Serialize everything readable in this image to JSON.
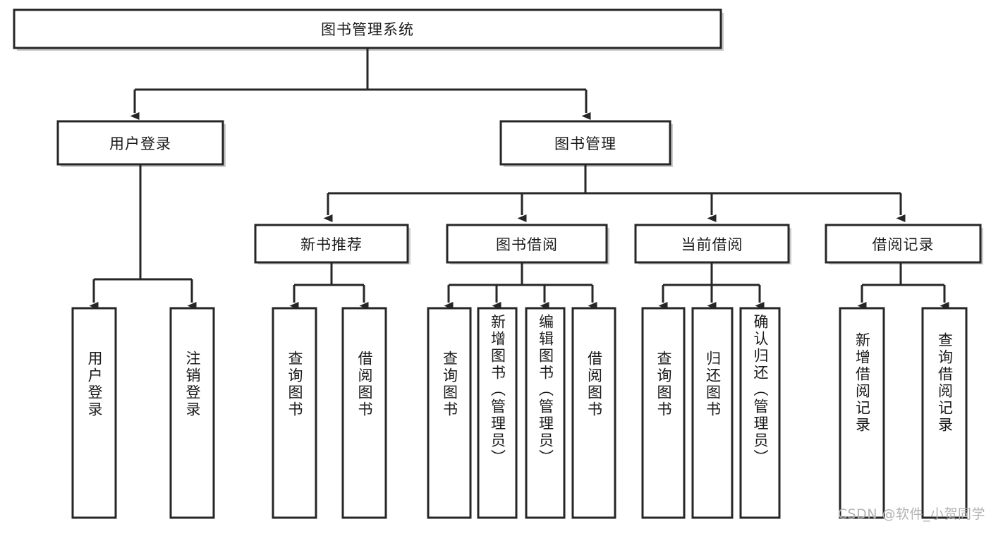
{
  "diagram": {
    "type": "tree-flowchart",
    "title": "图书管理系统",
    "orientation": "top-down",
    "arrow_style": "solid-filled-triangle",
    "colors": {
      "node_fill": "#ffffff",
      "node_stroke": "#262626",
      "edge": "#262626",
      "shadow": "#b9b9b9",
      "text": "#1a1a1a",
      "watermark": "#b3b3b3"
    },
    "root": {
      "id": "root",
      "label": "图书管理系统",
      "orientation": "horizontal"
    },
    "level1": [
      {
        "id": "user-login",
        "label": "用户登录",
        "orientation": "horizontal"
      },
      {
        "id": "book-manage",
        "label": "图书管理",
        "orientation": "horizontal"
      }
    ],
    "level2": [
      {
        "id": "new-book-rec",
        "label": "新书推荐",
        "parent": "book-manage",
        "orientation": "horizontal"
      },
      {
        "id": "book-borrow",
        "label": "图书借阅",
        "parent": "book-manage",
        "orientation": "horizontal"
      },
      {
        "id": "current-borrow",
        "label": "当前借阅",
        "parent": "book-manage",
        "orientation": "horizontal"
      },
      {
        "id": "borrow-record",
        "label": "借阅记录",
        "parent": "book-manage",
        "orientation": "horizontal"
      }
    ],
    "leaves": [
      {
        "id": "leaf-user-login",
        "label": "用户登录",
        "parent": "user-login",
        "orientation": "vertical"
      },
      {
        "id": "leaf-logout",
        "label": "注销登录",
        "parent": "user-login",
        "orientation": "vertical"
      },
      {
        "id": "leaf-query-book-1",
        "label": "查询图书",
        "parent": "new-book-rec",
        "orientation": "vertical"
      },
      {
        "id": "leaf-borrow-book-1",
        "label": "借阅图书",
        "parent": "new-book-rec",
        "orientation": "vertical"
      },
      {
        "id": "leaf-query-book-2",
        "label": "查询图书",
        "parent": "book-borrow",
        "orientation": "vertical"
      },
      {
        "id": "leaf-add-book",
        "label": "新增图书（管理员）",
        "parent": "book-borrow",
        "orientation": "vertical"
      },
      {
        "id": "leaf-edit-book",
        "label": "编辑图书（管理员）",
        "parent": "book-borrow",
        "orientation": "vertical"
      },
      {
        "id": "leaf-borrow-book-2",
        "label": "借阅图书",
        "parent": "book-borrow",
        "orientation": "vertical"
      },
      {
        "id": "leaf-query-book-3",
        "label": "查询图书",
        "parent": "current-borrow",
        "orientation": "vertical"
      },
      {
        "id": "leaf-return-book",
        "label": "归还图书",
        "parent": "current-borrow",
        "orientation": "vertical"
      },
      {
        "id": "leaf-confirm-return",
        "label": "确认归还（管理员）",
        "parent": "current-borrow",
        "orientation": "vertical"
      },
      {
        "id": "leaf-add-record",
        "label": "新增借阅记录",
        "parent": "borrow-record",
        "orientation": "vertical"
      },
      {
        "id": "leaf-query-record",
        "label": "查询借阅记录",
        "parent": "borrow-record",
        "orientation": "vertical"
      }
    ]
  },
  "watermark": {
    "text": "CSDN @软件_小贺同学"
  }
}
